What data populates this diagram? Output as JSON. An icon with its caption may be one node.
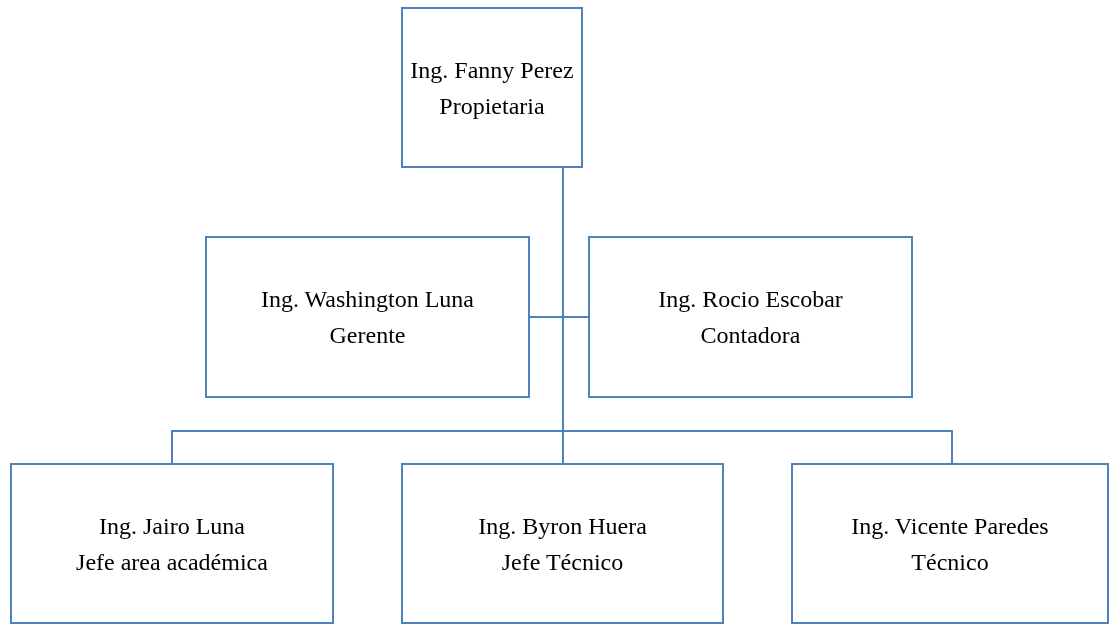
{
  "diagram": {
    "nodes": [
      {
        "text": [
          "Ing. Fanny Perez",
          "Propietaria"
        ]
      },
      {
        "text": [
          "Ing. Washington Luna",
          "Gerente"
        ]
      },
      {
        "text": [
          "Ing. Rocio Escobar",
          "Contadora"
        ]
      },
      {
        "text": [
          "Ing. Jairo Luna",
          "Jefe area académica"
        ]
      },
      {
        "text": [
          "Ing. Byron Huera",
          "Jefe Técnico"
        ]
      },
      {
        "text": [
          "Ing. Vicente Paredes",
          "Técnico"
        ]
      }
    ],
    "edges": [
      {
        "from": 0,
        "to": 1,
        "arrow": "none"
      },
      {
        "from": 0,
        "to": 2,
        "arrow": "none"
      },
      {
        "from": 0,
        "to": 3,
        "arrow": "none"
      },
      {
        "from": 0,
        "to": 4,
        "arrow": "none"
      },
      {
        "from": 0,
        "to": 5,
        "arrow": "none"
      }
    ]
  }
}
